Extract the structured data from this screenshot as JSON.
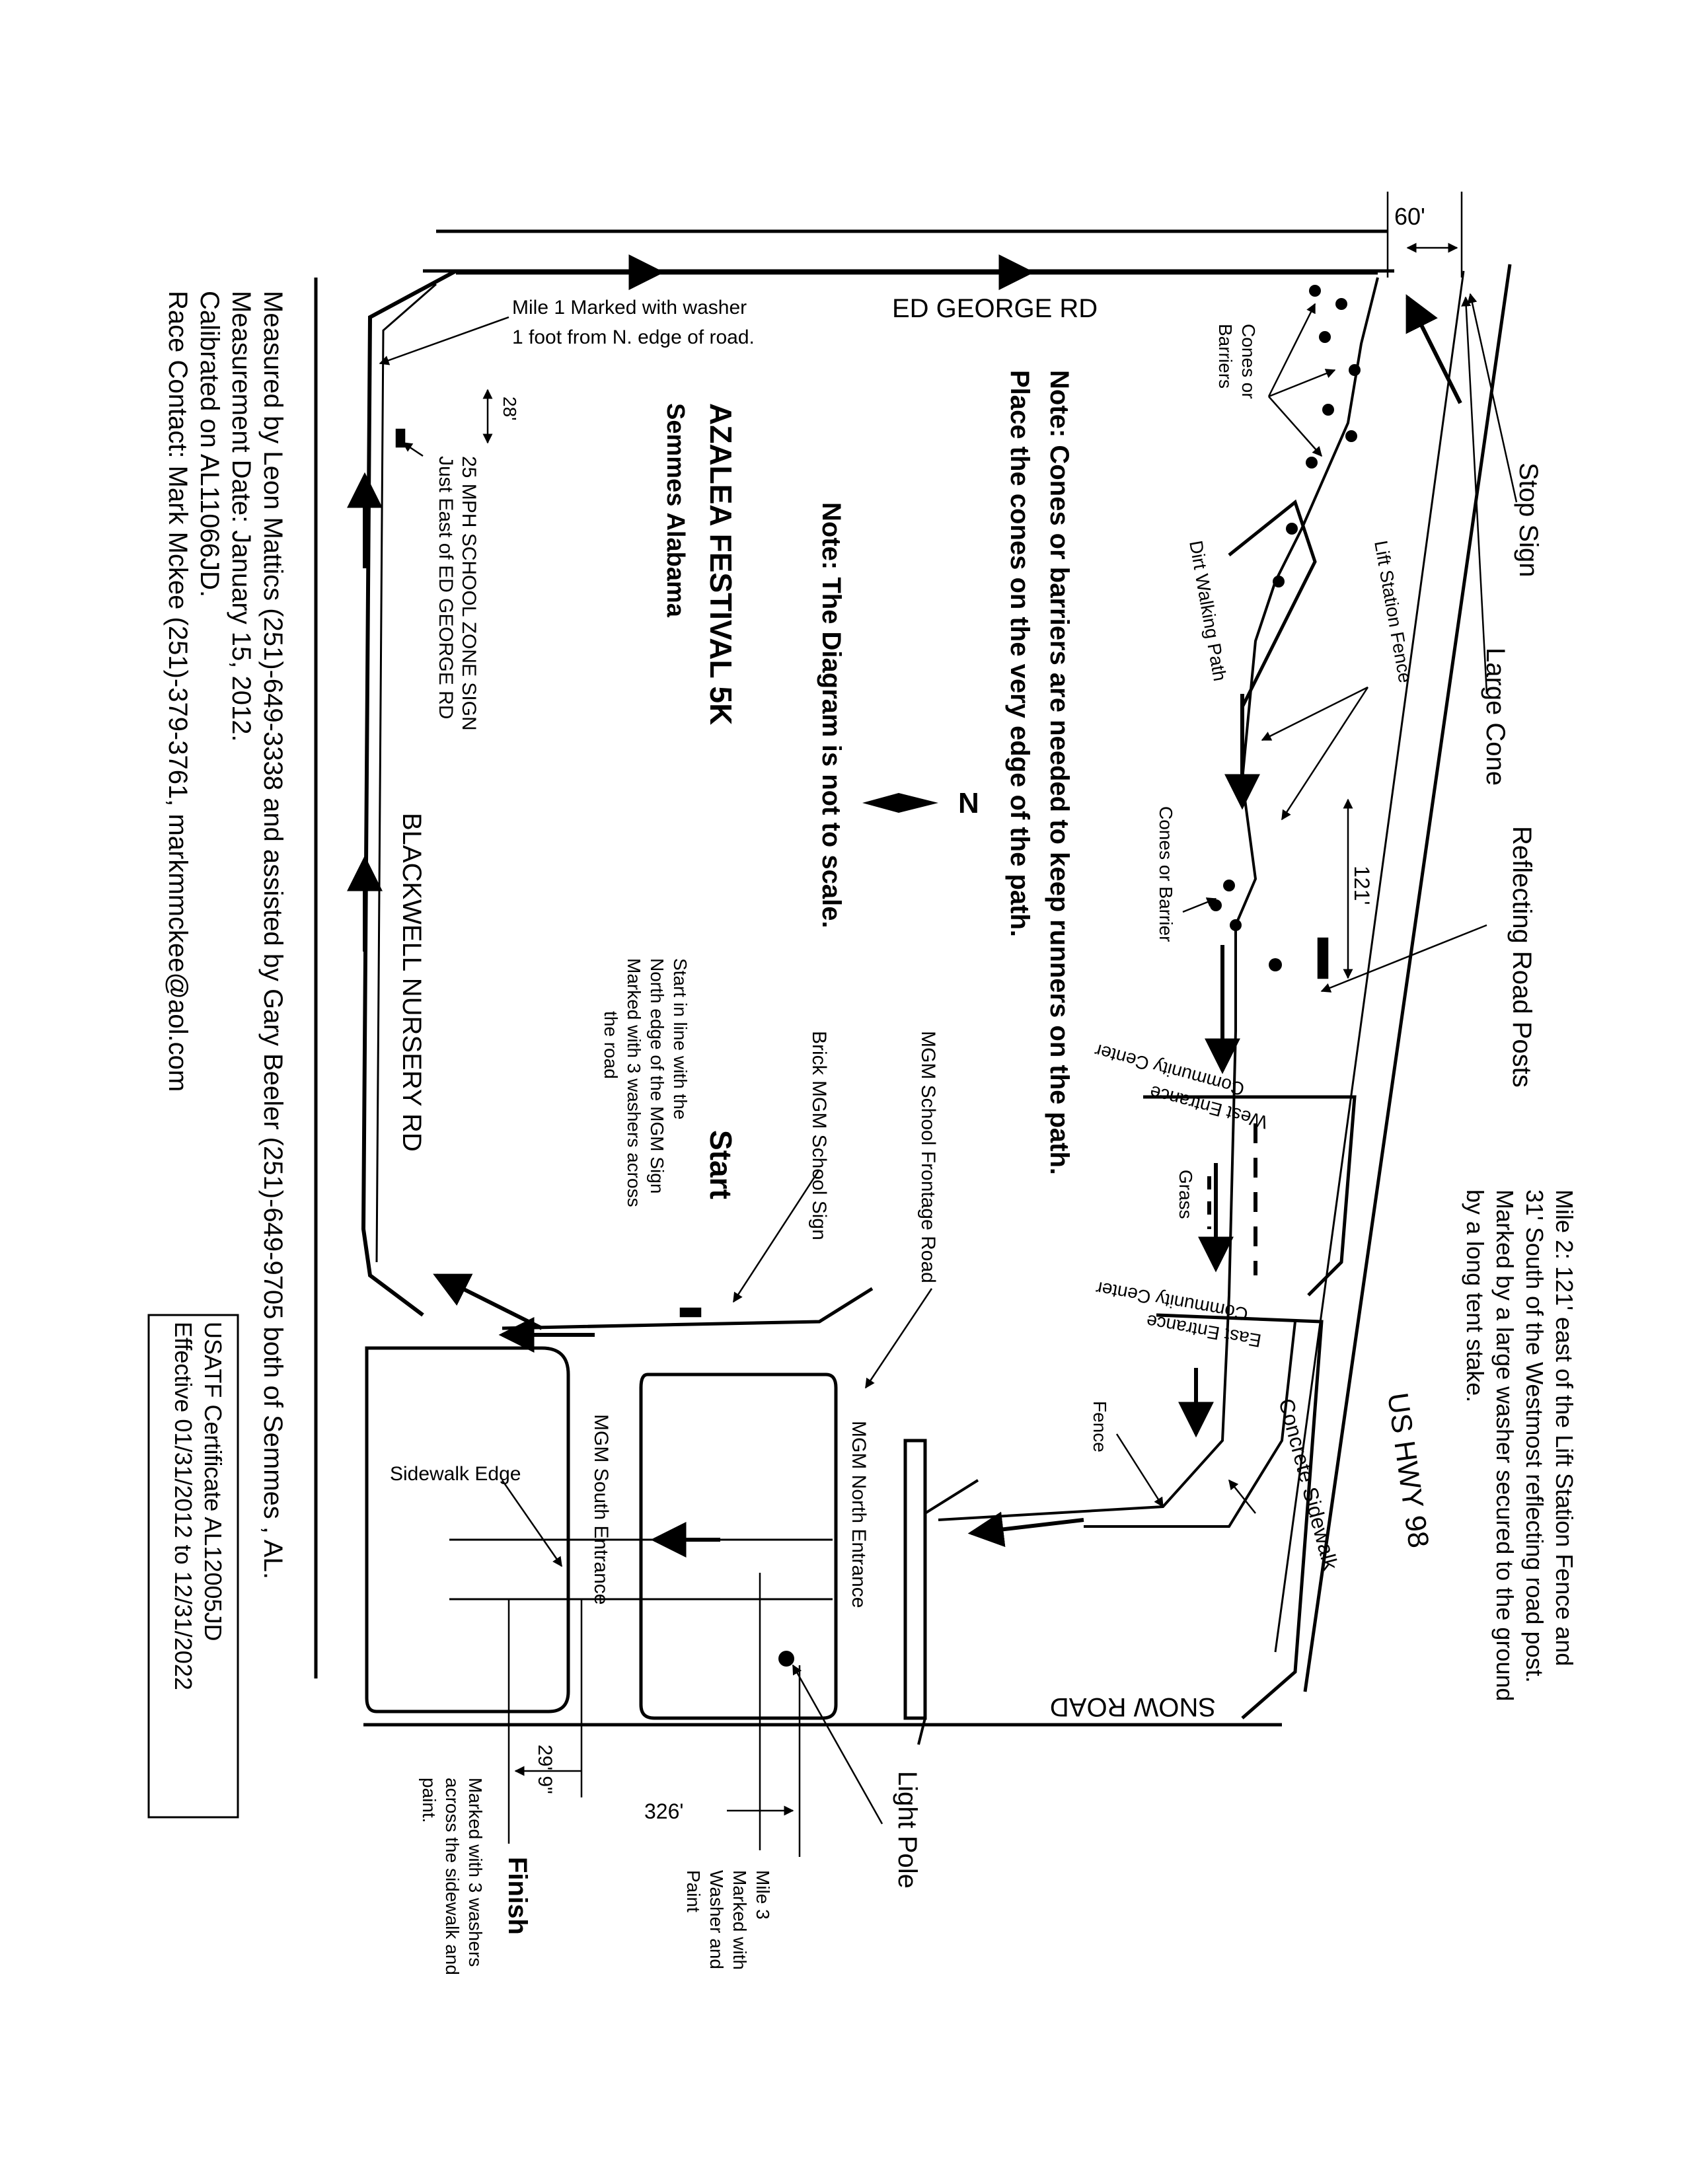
{
  "roads": {
    "ed_george": "ED GEORGE RD",
    "us_hwy": "US HWY 98",
    "snow": "SNOW ROAD",
    "blackwell": "BLACKWELL NURSERY RD",
    "frontage": "MGM School Frontage Road"
  },
  "title": {
    "event": "AZALEA FESTIVAL 5K",
    "location": "Semmes Alabama"
  },
  "notes": {
    "cones_line1": "Note: Cones or barriers are needed to keep runners on the path.",
    "cones_line2": "Place the cones on the very edge of the path.",
    "scale": "Note: The Diagram is not to scale."
  },
  "north": "N",
  "labels": {
    "stop_sign": "Stop Sign",
    "large_cone": "Large Cone",
    "reflecting_posts": "Reflecting Road Posts",
    "cones_barriers_1": "Cones or",
    "cones_barriers_2": "Barriers",
    "lift_fence": "Lift Station Fence",
    "dirt_path": "Dirt Walking Path",
    "cones_barrier": "Cones or Barrier",
    "dist_121": "121'",
    "dist_60": "60'",
    "dist_28": "28'",
    "dist_29": "29' 9\"",
    "dist_326": "326'",
    "cc_west_1": "Community Center",
    "cc_west_2": "West Entrance",
    "cc_east_1": "Community Center",
    "cc_east_2": "East Entrance",
    "grass": "Grass",
    "fence": "Fence",
    "concrete_sidewalk": "Concrete Sidewalk",
    "mgm_north": "MGM North Entrance",
    "mgm_south": "MGM South Entrance",
    "sidewalk_edge": "Sidewalk Edge",
    "light_pole": "Light Pole",
    "brick_sign": "Brick MGM School Sign",
    "school_zone_1": "25 MPH SCHOOL ZONE SIGN",
    "school_zone_2": "Just East of ED GEORGE RD"
  },
  "mile1": {
    "line1": "Mile 1 Marked with washer",
    "line2": "1 foot from N. edge of road."
  },
  "mile2": {
    "line1": "Mile 2: 121' east of the Lift Station Fence and",
    "line2": "31' South of the Westmost reflecting road post.",
    "line3": "Marked by a large washer secured to the ground",
    "line4": "by a long tent stake."
  },
  "mile3": {
    "line1": "Mile 3",
    "line2": "Marked with",
    "line3": "Washer and",
    "line4": "Paint"
  },
  "start": {
    "label": "Start",
    "line1": "Start in line with the",
    "line2": "North edge of the MGM Sign",
    "line3": "Marked with 3 washers across",
    "line4": "the road"
  },
  "finish": {
    "label": "Finish",
    "line1": "Marked with 3 washers",
    "line2": "across the sidewalk and",
    "line3": "paint."
  },
  "certificate": {
    "line1": "USATF Certificate  AL12005JD",
    "line2": "Effective 01/31/2012 to 12/31/2022"
  },
  "footer": {
    "line1": "Measured by Leon Mattics (251)-649-3338 and assisted by Gary Beeler (251)-649-9705 both of Semmes , AL.",
    "line2": "Measurement Date: January 15, 2012.",
    "line3": "Calibrated on AL11066JD.",
    "line4": "Race Contact: Mark Mckee (251)-379-3761, markmmckee@aol.com"
  }
}
